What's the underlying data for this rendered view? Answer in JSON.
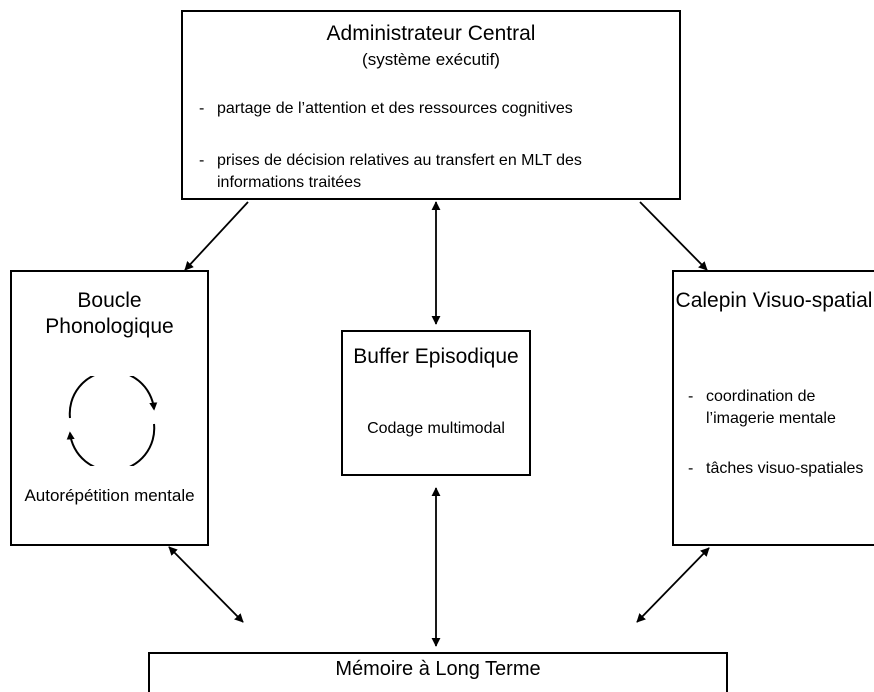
{
  "admin": {
    "title": "Administrateur Central",
    "subtitle": "(système exécutif)",
    "items": [
      "partage de l’attention et des ressources cognitives",
      "prises de décision relatives au transfert en MLT des informations traitées"
    ]
  },
  "boucle": {
    "title": "Boucle Phonologique",
    "caption": "Autorépétition mentale"
  },
  "buffer": {
    "title": "Buffer Episodique",
    "caption": "Codage multimodal"
  },
  "calepin": {
    "title": "Calepin Visuo-spatial",
    "items": [
      "coordination de l’imagerie mentale",
      "tâches visuo-spatiales"
    ]
  },
  "memoire": {
    "title": "Mémoire à Long Terme"
  },
  "list_marker": "-",
  "colors": {
    "line": "#000000",
    "background": "#ffffff"
  },
  "icons": {
    "cycle": "circular-arrows-icon"
  }
}
